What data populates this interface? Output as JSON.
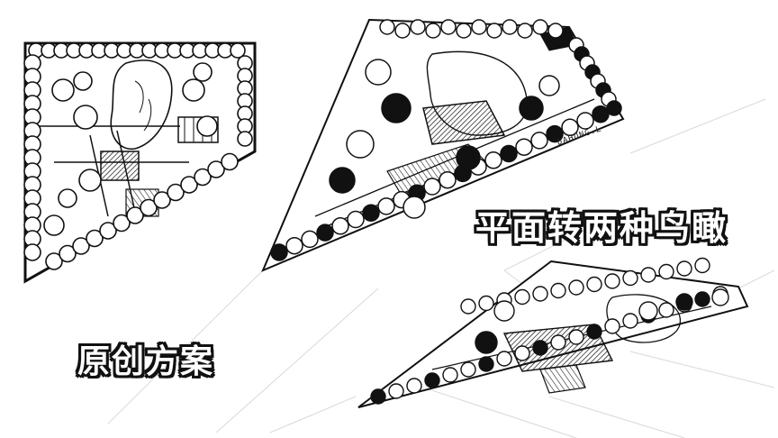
{
  "captions": {
    "perspective_title": "平面转两种鸟瞰",
    "original_title": "原创方案"
  },
  "signature": "DAHUNG.L",
  "drawings": [
    {
      "name": "plan-view",
      "description_icon": "site-plan-icon"
    },
    {
      "name": "aerial-view-one",
      "description_icon": "aerial-sketch-icon"
    },
    {
      "name": "aerial-view-two",
      "description_icon": "aerial-sketch-icon"
    }
  ],
  "colors": {
    "ink": "#111111",
    "paper": "#ffffff",
    "grid": "#d6d6d6"
  }
}
